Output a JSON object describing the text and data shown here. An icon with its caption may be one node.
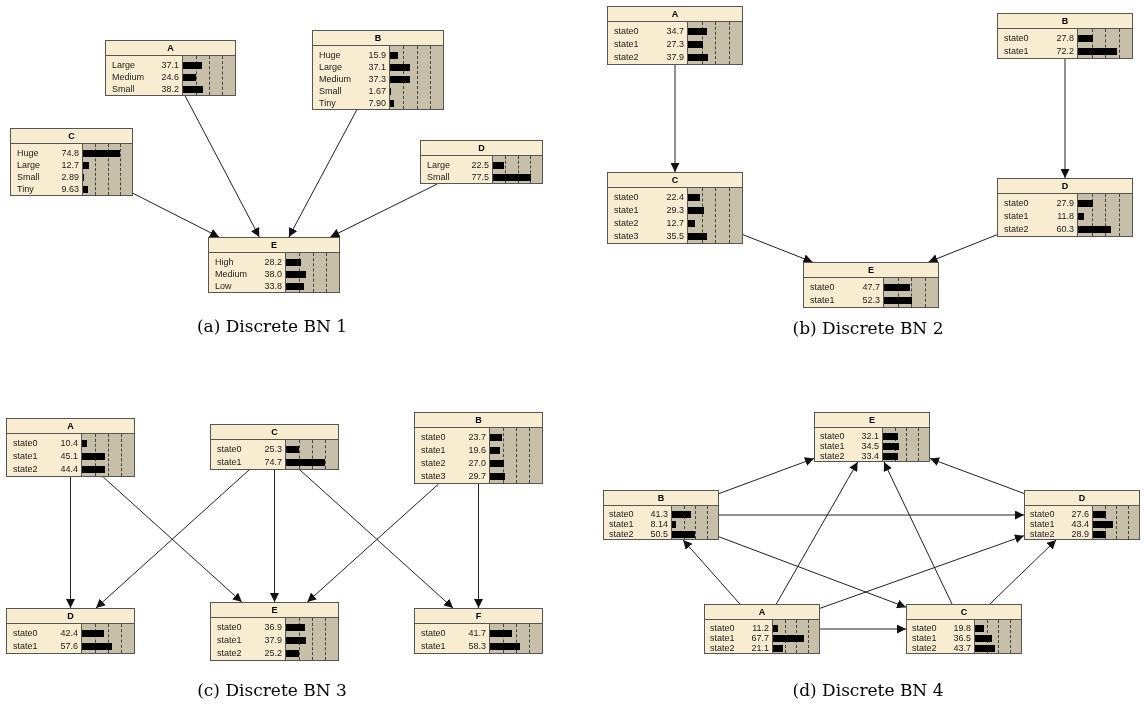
{
  "diagram": {
    "nodes": [
      {
        "text": [
          "A",
          "Large",
          "37.1",
          "Medium",
          "24.6",
          "Small",
          "38.2"
        ]
      },
      {
        "text": [
          "B",
          "Huge",
          "15.9",
          "Large",
          "37.1",
          "Medium",
          "37.3",
          "Small",
          "1.67",
          "Tiny",
          "7.90"
        ]
      },
      {
        "text": [
          "C",
          "Huge",
          "74.8",
          "Large",
          "12.7",
          "Small",
          "2.89",
          "Tiny",
          "9.63"
        ]
      },
      {
        "text": [
          "D",
          "Large",
          "22.5",
          "Small",
          "77.5"
        ]
      },
      {
        "text": [
          "E",
          "High",
          "28.2",
          "Medium",
          "38.0",
          "Low",
          "33.8"
        ]
      },
      {
        "text": [
          "A",
          "state0",
          "34.7",
          "state1",
          "27.3",
          "state2",
          "37.9"
        ]
      },
      {
        "text": [
          "B",
          "state0",
          "27.8",
          "state1",
          "72.2"
        ]
      },
      {
        "text": [
          "C",
          "state0",
          "22.4",
          "state1",
          "29.3",
          "state2",
          "12.7",
          "state3",
          "35.5"
        ]
      },
      {
        "text": [
          "D",
          "state0",
          "27.9",
          "state1",
          "11.8",
          "state2",
          "60.3"
        ]
      },
      {
        "text": [
          "E",
          "state0",
          "47.7",
          "state1",
          "52.3"
        ]
      },
      {
        "text": [
          "A",
          "state0",
          "10.4",
          "state1",
          "45.1",
          "state2",
          "44.4"
        ]
      },
      {
        "text": [
          "C",
          "state0",
          "25.3",
          "state1",
          "74.7"
        ]
      },
      {
        "text": [
          "B",
          "state0",
          "23.7",
          "state1",
          "19.6",
          "state2",
          "27.0",
          "state3",
          "29.7"
        ]
      },
      {
        "text": [
          "D",
          "state0",
          "42.4",
          "state1",
          "57.6"
        ]
      },
      {
        "text": [
          "E",
          "state0",
          "36.9",
          "state1",
          "37.9",
          "state2",
          "25.2"
        ]
      },
      {
        "text": [
          "F",
          "state0",
          "41.7",
          "state1",
          "58.3"
        ]
      },
      {
        "text": [
          "E",
          "state0",
          "32.1",
          "state1",
          "34.5",
          "state2",
          "33.4"
        ]
      },
      {
        "text": [
          "B",
          "state0",
          "41.3",
          "state1",
          "8.14",
          "state2",
          "50.5"
        ]
      },
      {
        "text": [
          "D",
          "state0",
          "27.6",
          "state1",
          "43.4",
          "state2",
          "28.9"
        ]
      },
      {
        "text": [
          "A",
          "state0",
          "11.2",
          "state1",
          "67.7",
          "state2",
          "21.1"
        ]
      },
      {
        "text": [
          "C",
          "state0",
          "19.8",
          "state1",
          "36.5",
          "state2",
          "43.7"
        ]
      }
    ],
    "edges": [
      {
        "from": 2,
        "to": 4,
        "arrow": "to"
      },
      {
        "from": 0,
        "to": 4,
        "arrow": "to"
      },
      {
        "from": 1,
        "to": 4,
        "arrow": "to"
      },
      {
        "from": 3,
        "to": 4,
        "arrow": "to"
      },
      {
        "from": 5,
        "to": 7,
        "arrow": "to"
      },
      {
        "from": 6,
        "to": 8,
        "arrow": "to"
      },
      {
        "from": 7,
        "to": 9,
        "arrow": "to"
      },
      {
        "from": 8,
        "to": 9,
        "arrow": "to"
      },
      {
        "from": 10,
        "to": 13,
        "arrow": "to"
      },
      {
        "from": 10,
        "to": 14,
        "arrow": "to"
      },
      {
        "from": 11,
        "to": 13,
        "arrow": "to"
      },
      {
        "from": 11,
        "to": 14,
        "arrow": "to"
      },
      {
        "from": 11,
        "to": 15,
        "arrow": "to"
      },
      {
        "from": 12,
        "to": 14,
        "arrow": "to"
      },
      {
        "from": 12,
        "to": 15,
        "arrow": "to"
      },
      {
        "from": 17,
        "to": 16,
        "arrow": "to"
      },
      {
        "from": 18,
        "to": 16,
        "arrow": "to"
      },
      {
        "from": 17,
        "to": 18,
        "arrow": "to"
      },
      {
        "from": 19,
        "to": 17,
        "arrow": "to"
      },
      {
        "from": 19,
        "to": 16,
        "arrow": "to"
      },
      {
        "from": 19,
        "to": 18,
        "arrow": "to"
      },
      {
        "from": 19,
        "to": 20,
        "arrow": "to"
      },
      {
        "from": 17,
        "to": 20,
        "arrow": "to"
      },
      {
        "from": 20,
        "to": 16,
        "arrow": "to"
      },
      {
        "from": 20,
        "to": 18,
        "arrow": "to"
      }
    ],
    "labels": [
      "(a) Discrete BN 1",
      "(b) Discrete BN 2",
      "(c) Discrete BN 3",
      "(d) Discrete BN 4"
    ]
  }
}
